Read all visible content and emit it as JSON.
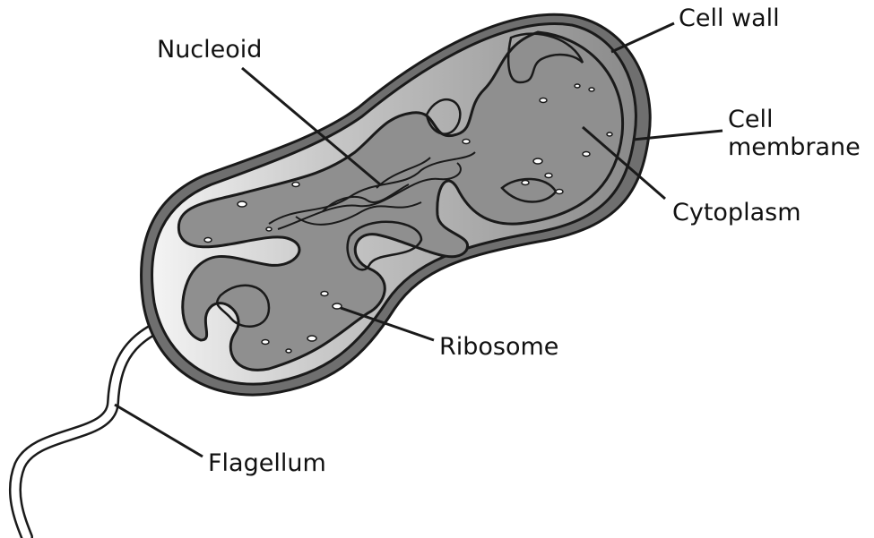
{
  "labels": {
    "nucleoid": "Nucleoid",
    "cell_wall": "Cell wall",
    "cell_membrane_line1": "Cell",
    "cell_membrane_line2": "membrane",
    "cytoplasm": "Cytoplasm",
    "ribosome": "Ribosome",
    "flagellum": "Flagellum"
  },
  "colors": {
    "outline": "#1a1a1a",
    "cell_wall_fill": "#6f6f6f",
    "cytoplasm_fill": "#8f8f8f",
    "body_light": "#f2f2f2",
    "body_dark": "#b8b8b8",
    "ribosome_fill": "#ffffff"
  }
}
